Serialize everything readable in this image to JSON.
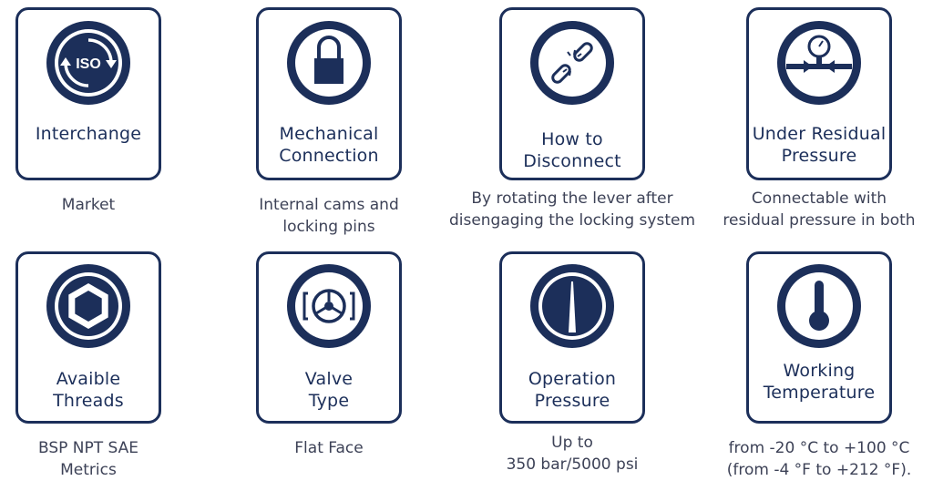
{
  "colors": {
    "navy": "#1c2f5a",
    "caption_text": "#3d4257",
    "background": "#ffffff"
  },
  "features": [
    {
      "icon": "iso-interchange-icon",
      "title_lines": [
        "Interchange"
      ],
      "caption_lines": [
        "Market"
      ]
    },
    {
      "icon": "padlock-icon",
      "title_lines": [
        "Mechanical",
        "Connection"
      ],
      "caption_lines": [
        "Internal cams and",
        "locking pins"
      ]
    },
    {
      "icon": "broken-chain-icon",
      "title_lines": [
        "How to",
        "Disconnect"
      ],
      "caption_lines": [
        "By rotating the lever after",
        "disengaging the locking system"
      ]
    },
    {
      "icon": "pressure-gauge-arrows-icon",
      "title_lines": [
        "Under Residual",
        "Pressure"
      ],
      "caption_lines": [
        "Connectable with",
        "residual pressure in both"
      ]
    },
    {
      "icon": "hex-nut-icon",
      "title_lines": [
        "Avaible",
        "Threads"
      ],
      "caption_lines": [
        "BSP NPT SAE",
        "Metrics"
      ]
    },
    {
      "icon": "flat-face-valve-icon",
      "title_lines": [
        "Valve",
        "Type"
      ],
      "caption_lines": [
        "Flat Face"
      ]
    },
    {
      "icon": "gauge-needle-icon",
      "title_lines": [
        "Operation",
        "Pressure"
      ],
      "caption_lines": [
        "Up to",
        "350 bar/5000 psi"
      ]
    },
    {
      "icon": "thermometer-icon",
      "title_lines": [
        "Working",
        "Temperature"
      ],
      "caption_lines": [
        "from -20 °C to +100 °C",
        "(from -4 °F to +212 °F)."
      ]
    }
  ]
}
